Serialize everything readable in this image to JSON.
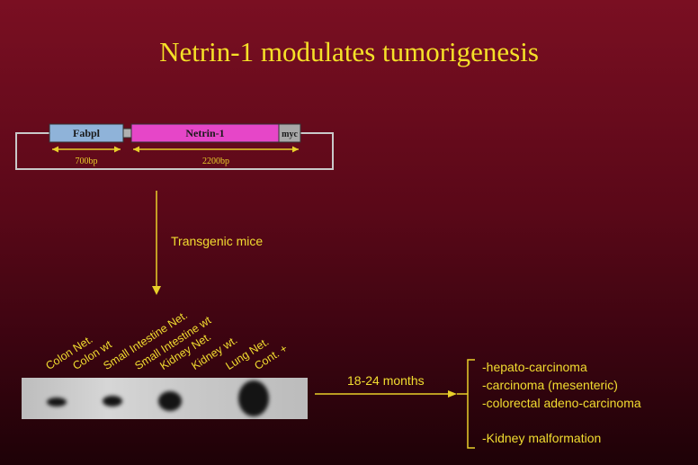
{
  "title": "Netrin-1 modulates tumorigenesis",
  "construct": {
    "segments": [
      {
        "label": "Fabpl",
        "color": "#8fb3d9"
      },
      {
        "label": "Netrin-1",
        "color": "#e646c8"
      },
      {
        "label": "myc",
        "color": "#a8a8a8"
      }
    ],
    "sizes": [
      "700bp",
      "2200bp"
    ]
  },
  "transgenic_label": "Transgenic mice",
  "lanes": [
    "Colon Net.",
    "Colon wt",
    "Small Intestine Net.",
    "Small Intestine wt",
    "Kidney Net.",
    "Kidney wt.",
    "Lung Net.",
    "Cont. +"
  ],
  "timeline_label": "18-24 months",
  "outcomes": [
    "-hepato-carcinoma",
    "-carcinoma (mesenteric)",
    "-colorectal adeno-carcinoma",
    "-Kidney malformation"
  ],
  "colors": {
    "title": "#f5e028",
    "text": "#f2dd30",
    "background": "#5a0818"
  }
}
